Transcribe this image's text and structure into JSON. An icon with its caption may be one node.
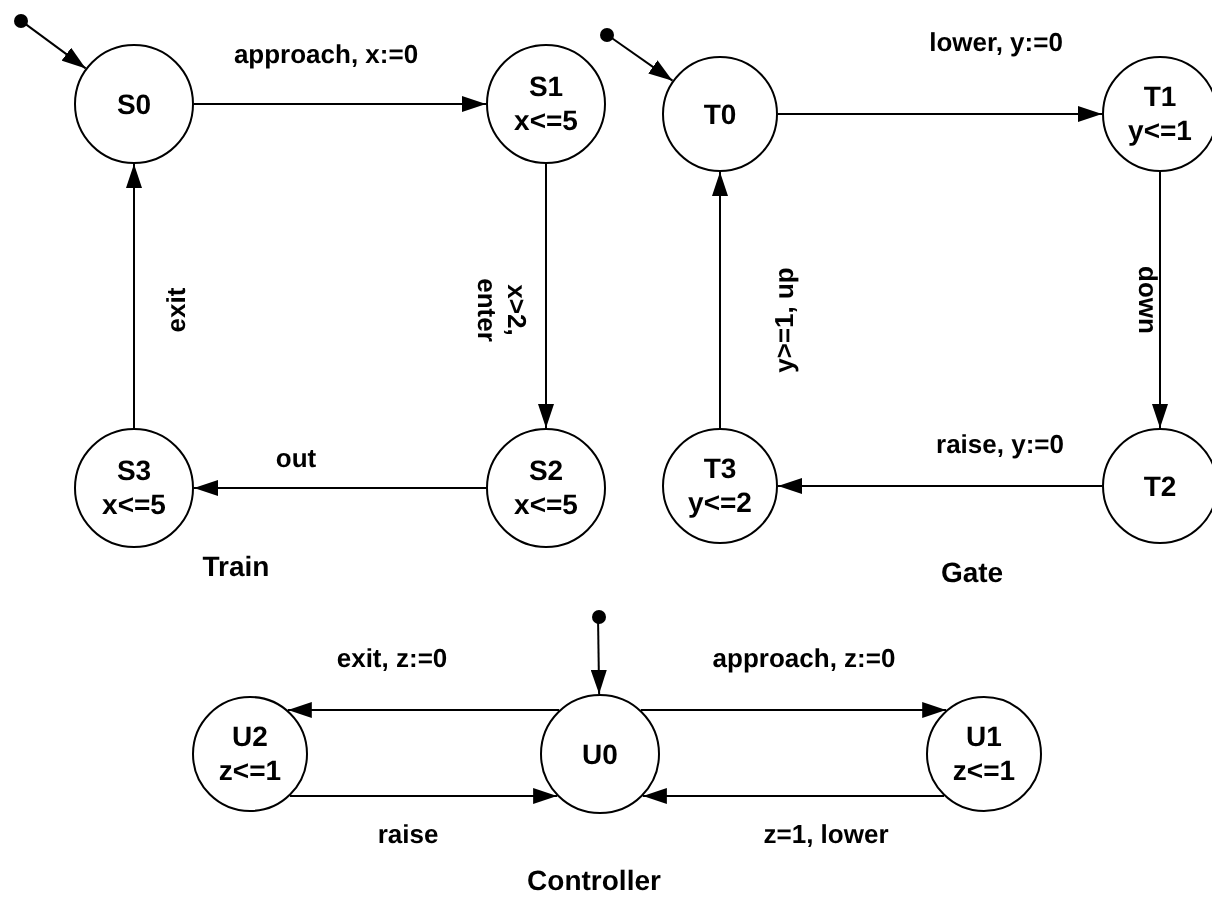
{
  "diagram": {
    "nodes": [
      {
        "text": [
          "S0"
        ]
      },
      {
        "text": [
          "S1",
          "x<=5"
        ]
      },
      {
        "text": [
          "S2",
          "x<=5"
        ]
      },
      {
        "text": [
          "S3",
          "x<=5"
        ]
      },
      {
        "text": [
          "T0"
        ]
      },
      {
        "text": [
          "T1",
          "y<=1"
        ]
      },
      {
        "text": [
          "T2"
        ]
      },
      {
        "text": [
          "T3",
          "y<=2"
        ]
      },
      {
        "text": [
          "U2",
          "z<=1"
        ]
      },
      {
        "text": [
          "U0"
        ]
      },
      {
        "text": [
          "U1",
          "z<=1"
        ]
      },
      {
        "text": [],
        "shape": "circle"
      },
      {
        "text": [],
        "shape": "circle"
      },
      {
        "text": [],
        "shape": "circle"
      }
    ],
    "edges": [
      {
        "from": 0,
        "to": 1,
        "arrow": "to",
        "label": "approach, x:=0"
      },
      {
        "from": 1,
        "to": 2,
        "arrow": "to",
        "label": "x>2, enter"
      },
      {
        "from": 2,
        "to": 3,
        "arrow": "to",
        "label": "out"
      },
      {
        "from": 3,
        "to": 0,
        "arrow": "to",
        "label": "exit"
      },
      {
        "from": 4,
        "to": 5,
        "arrow": "to",
        "label": "lower, y:=0"
      },
      {
        "from": 5,
        "to": 6,
        "arrow": "to",
        "label": "down"
      },
      {
        "from": 6,
        "to": 7,
        "arrow": "to",
        "label": "raise, y:=0"
      },
      {
        "from": 7,
        "to": 4,
        "arrow": "to",
        "label": "y>=1, up"
      },
      {
        "from": 9,
        "to": 8,
        "arrow": "to",
        "label": "exit, z:=0"
      },
      {
        "from": 9,
        "to": 10,
        "arrow": "to",
        "label": "approach, z:=0"
      },
      {
        "from": 8,
        "to": 9,
        "arrow": "to",
        "label": "raise"
      },
      {
        "from": 10,
        "to": 9,
        "arrow": "to",
        "label": "z=1, lower"
      },
      {
        "from": 11,
        "to": 0,
        "arrow": "to"
      },
      {
        "from": 12,
        "to": 4,
        "arrow": "to"
      },
      {
        "from": 13,
        "to": 9,
        "arrow": "to"
      }
    ],
    "labels": [
      "Train",
      "Gate",
      "Controller"
    ]
  }
}
